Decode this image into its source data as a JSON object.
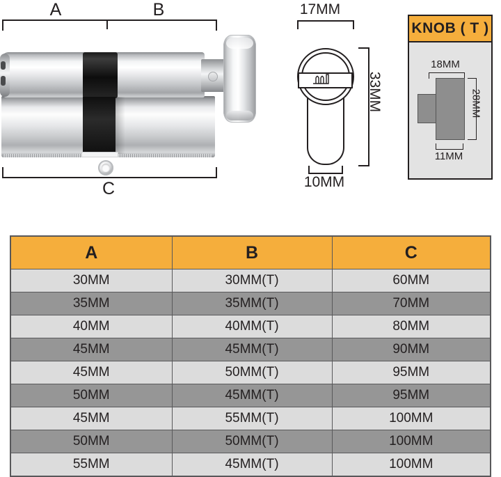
{
  "diagram": {
    "bracket_labels": {
      "a": "A",
      "b": "B",
      "c": "C"
    },
    "section_dims": {
      "width": "17MM",
      "height": "33MM",
      "thickness": "10MM"
    },
    "knob_panel": {
      "title": "KNOB ( T )",
      "width": "18MM",
      "height": "28MM",
      "shaft": "11MM"
    },
    "icons": {
      "cylinder": "euro-cylinder-lock-icon",
      "cross_section": "cylinder-cross-section-icon",
      "knob": "thumb-turn-knob-icon"
    }
  },
  "colors": {
    "header_orange": "#F5AE3C",
    "row_light": "#DCDCDC",
    "row_dark": "#969696",
    "border": "#58585A",
    "panel_bg": "#E3E3E3",
    "metal": "#C9CBCD"
  },
  "table": {
    "columns": [
      "A",
      "B",
      "C"
    ],
    "rows": [
      [
        "30MM",
        "30MM(T)",
        "60MM"
      ],
      [
        "35MM",
        "35MM(T)",
        "70MM"
      ],
      [
        "40MM",
        "40MM(T)",
        "80MM"
      ],
      [
        "45MM",
        "45MM(T)",
        "90MM"
      ],
      [
        "45MM",
        "50MM(T)",
        "95MM"
      ],
      [
        "50MM",
        "45MM(T)",
        "95MM"
      ],
      [
        "45MM",
        "55MM(T)",
        "100MM"
      ],
      [
        "50MM",
        "50MM(T)",
        "100MM"
      ],
      [
        "55MM",
        "45MM(T)",
        "100MM"
      ]
    ]
  }
}
